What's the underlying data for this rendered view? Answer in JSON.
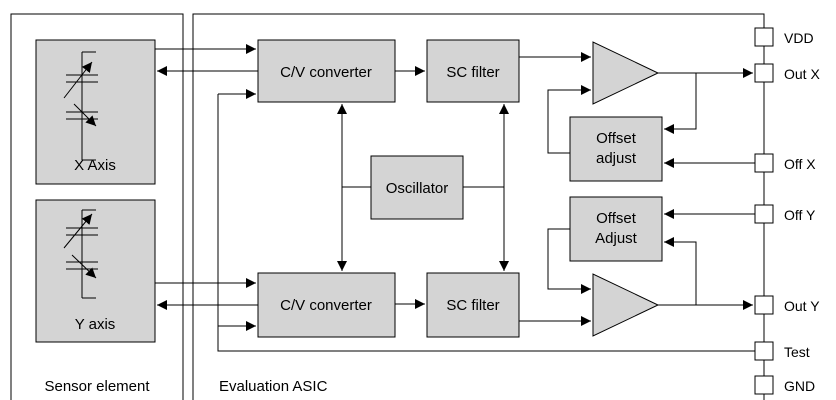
{
  "sensor_panel": {
    "caption": "Sensor element",
    "x_block_label": "X Axis",
    "y_block_label": "Y axis"
  },
  "asic_panel": {
    "caption": "Evaluation ASIC"
  },
  "blocks": {
    "cv_top": "C/V converter",
    "cv_bottom": "C/V converter",
    "sc_top": "SC filter",
    "sc_bottom": "SC filter",
    "oscillator": "Oscillator",
    "offset_top": [
      "Offset",
      "adjust"
    ],
    "offset_bottom": [
      "Offset",
      "Adjust"
    ]
  },
  "pins": [
    "VDD",
    "Out X",
    "Off X",
    "Off Y",
    "Out Y",
    "Test",
    "GND"
  ],
  "colors": {
    "block_fill": "#d4d4d4",
    "line": "#000000",
    "pin_fill": "#ffffff"
  }
}
